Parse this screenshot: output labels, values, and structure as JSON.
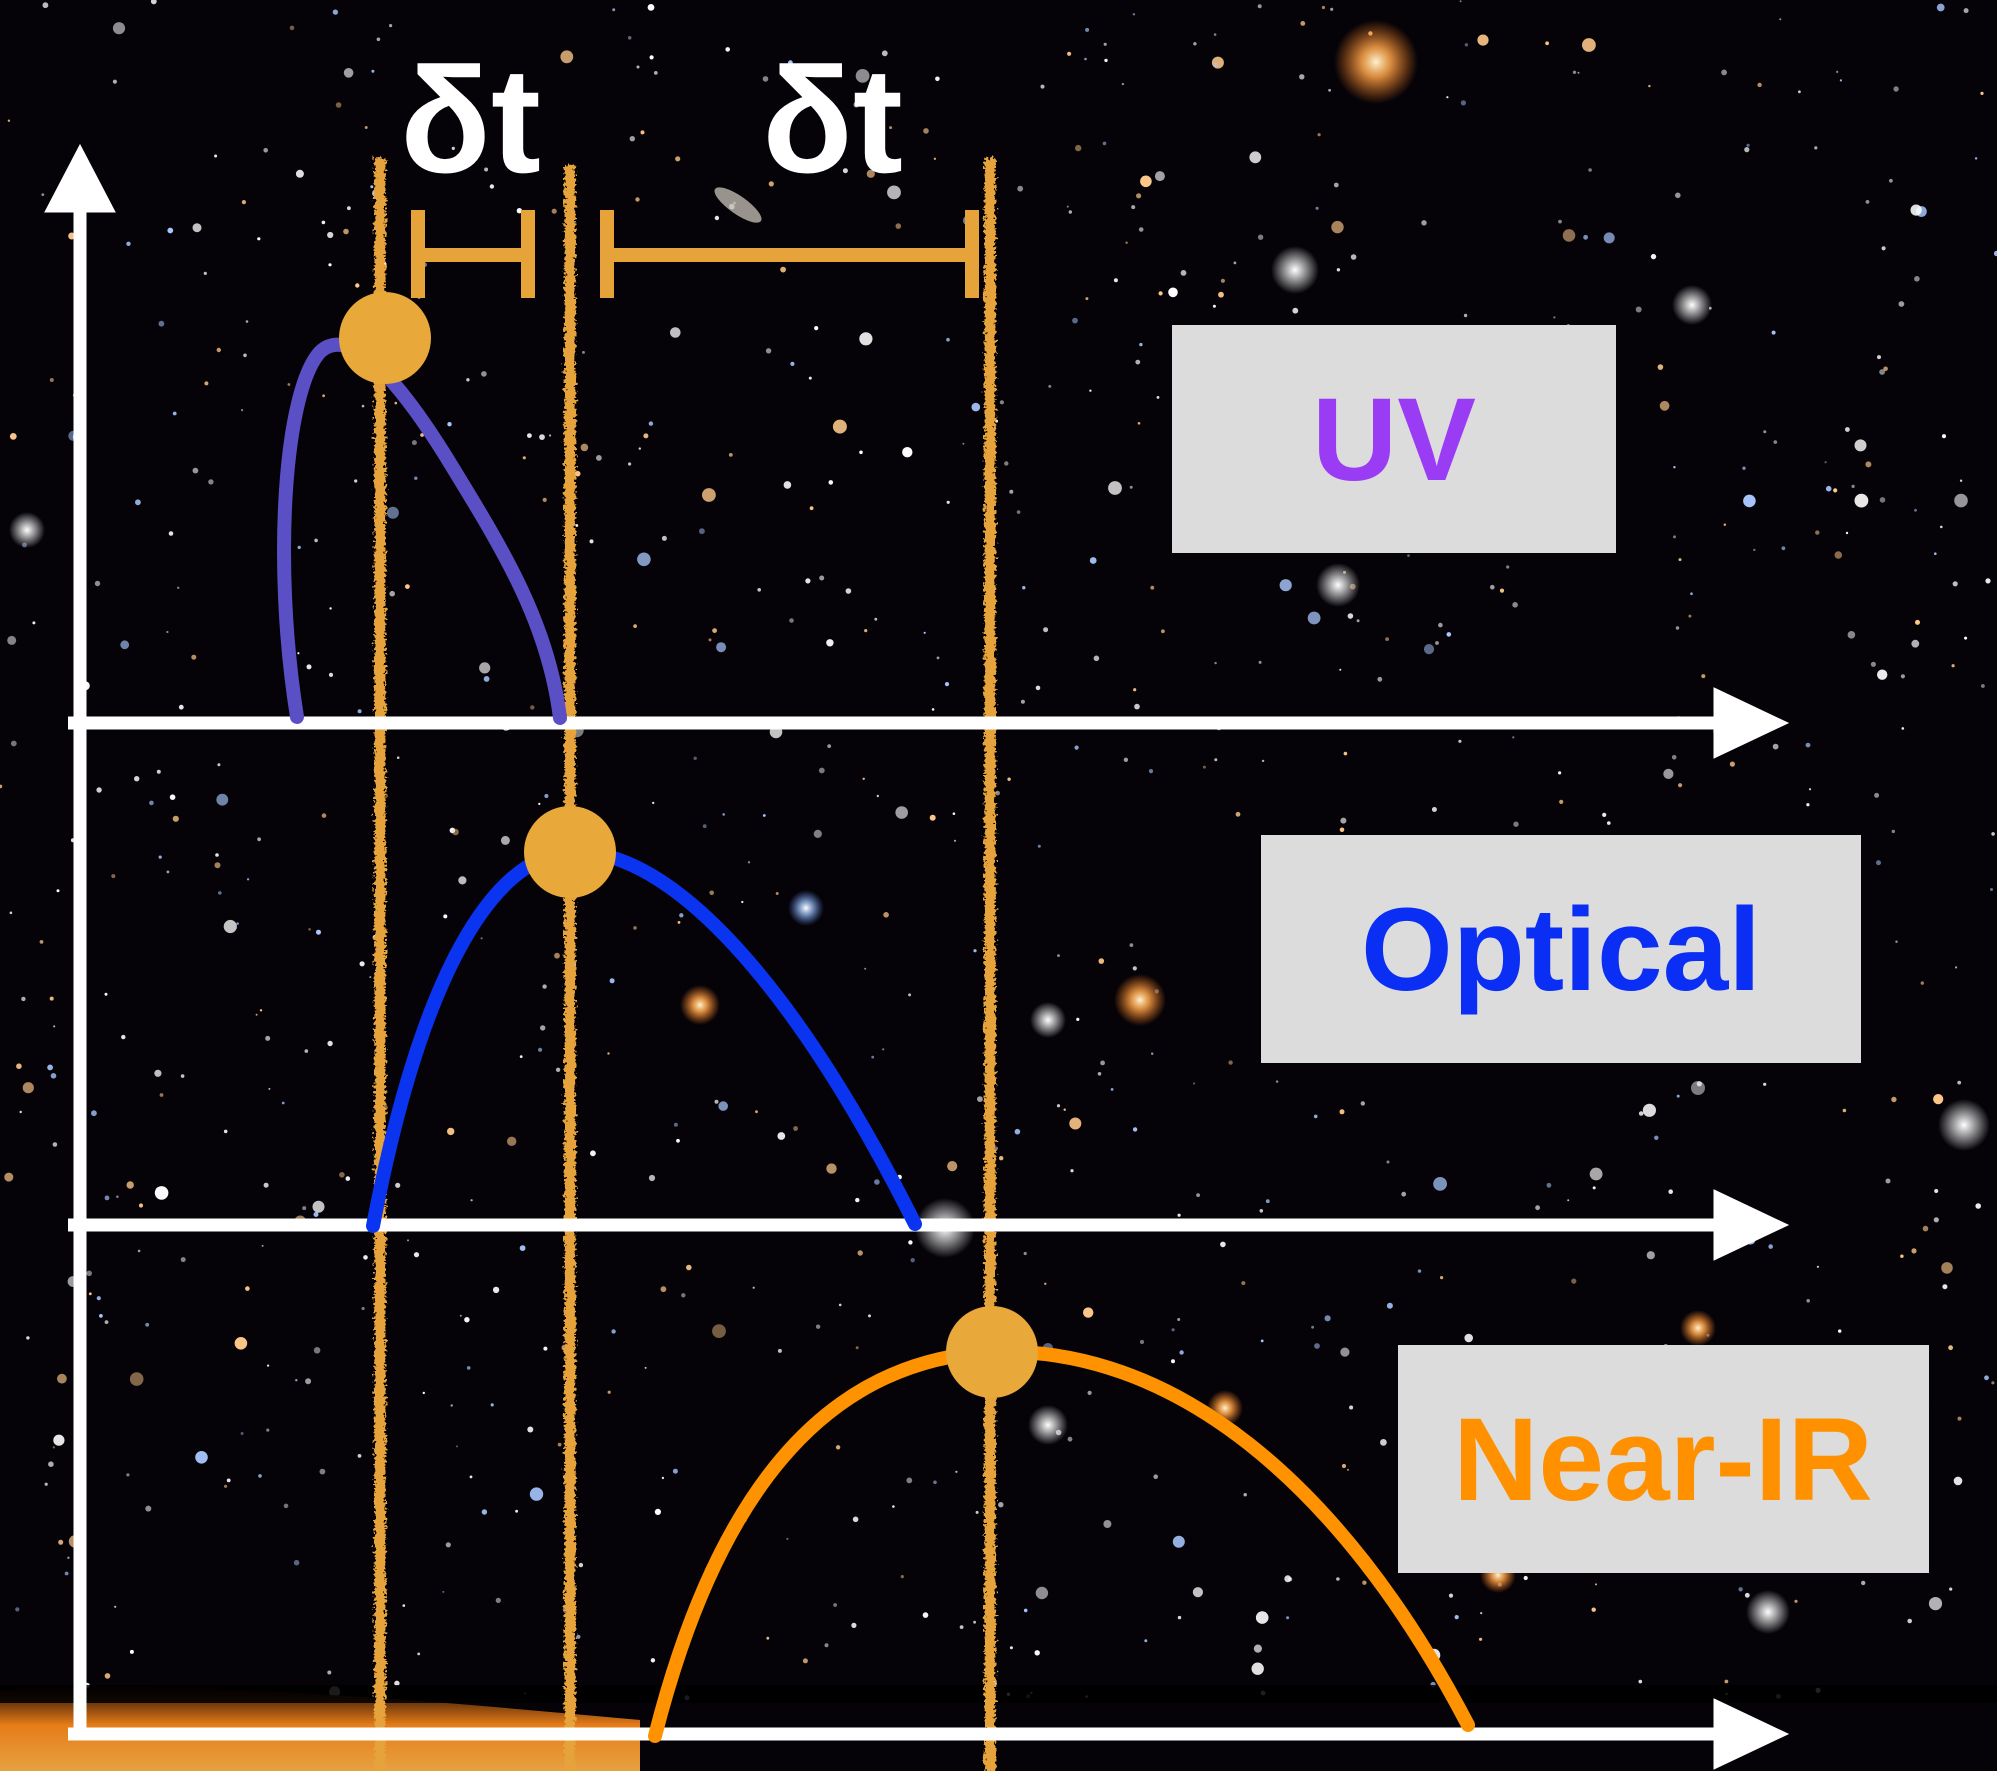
{
  "colors": {
    "background": "#050308",
    "axis": "#ffffff",
    "guide": "#e6a33a",
    "marker": "#e8a83a",
    "label_box": "#dcdcdc",
    "uv": "#9b3cf5",
    "uv_curve": "#5b4fc6",
    "optical": "#0b2ef5",
    "optical_curve": "#0b34f0",
    "near_ir": "#ff9100",
    "near_ir_curve": "#ff9200"
  },
  "delay_labels": [
    "δt",
    "δt"
  ],
  "panels": [
    {
      "label": "UV",
      "color_key": "uv"
    },
    {
      "label": "Optical",
      "color_key": "optical"
    },
    {
      "label": "Near-IR",
      "color_key": "near_ir"
    }
  ],
  "icons": [
    "star-field-background",
    "axis-arrow-icon",
    "peak-marker-icon"
  ]
}
